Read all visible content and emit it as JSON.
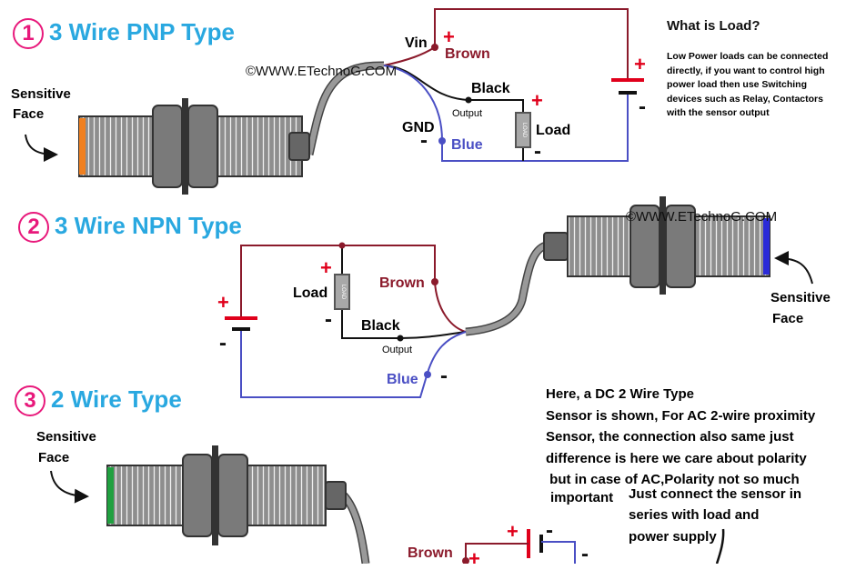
{
  "sections": [
    {
      "number": "1",
      "title": "3 Wire PNP Type"
    },
    {
      "number": "2",
      "title": "3 Wire NPN Type"
    },
    {
      "number": "3",
      "title": "2 Wire Type"
    }
  ],
  "labels": {
    "sensitive_face_1": [
      "Sensitive",
      "Face"
    ],
    "sensitive_face_2": [
      "Sensitive",
      "Face"
    ],
    "sensitive_face_3": [
      "Sensitive",
      "Face"
    ],
    "watermark": "©WWW.ETechnoG.COM",
    "vin": "Vin",
    "gnd": "GND",
    "brown": "Brown",
    "black": "Black",
    "blue": "Blue",
    "output": "Output",
    "load": "Load",
    "load_tag": "LOAD",
    "plus": "+",
    "minus": "-"
  },
  "what_is_load": {
    "title": "What is Load?",
    "lines": [
      "Low Power loads can be connected",
      "directly, if you want to control high",
      "power load then use Switching",
      "devices such as Relay, Contactors",
      "with the sensor output"
    ]
  },
  "two_wire_note": {
    "lines": [
      "Here, a DC 2 Wire Type",
      "Sensor is shown, For AC 2-wire proximity",
      "Sensor, the connection also same just",
      "difference is here we care about polarity",
      " but in case of AC,Polarity not so much",
      "important"
    ],
    "extra_lines": [
      "Just connect the sensor in",
      "series with load and",
      "power supply"
    ]
  },
  "colors": {
    "title_blue": "#29a8e0",
    "number_pink": "#e8197b",
    "wire_brown": "#8b1a2b",
    "wire_blue": "#4a4fc4",
    "polarity_red": "#e0001b",
    "cable_gray": "#888888",
    "face_orange": "#f08020",
    "face_blue": "#2b2bd8",
    "face_green": "#20a040"
  }
}
